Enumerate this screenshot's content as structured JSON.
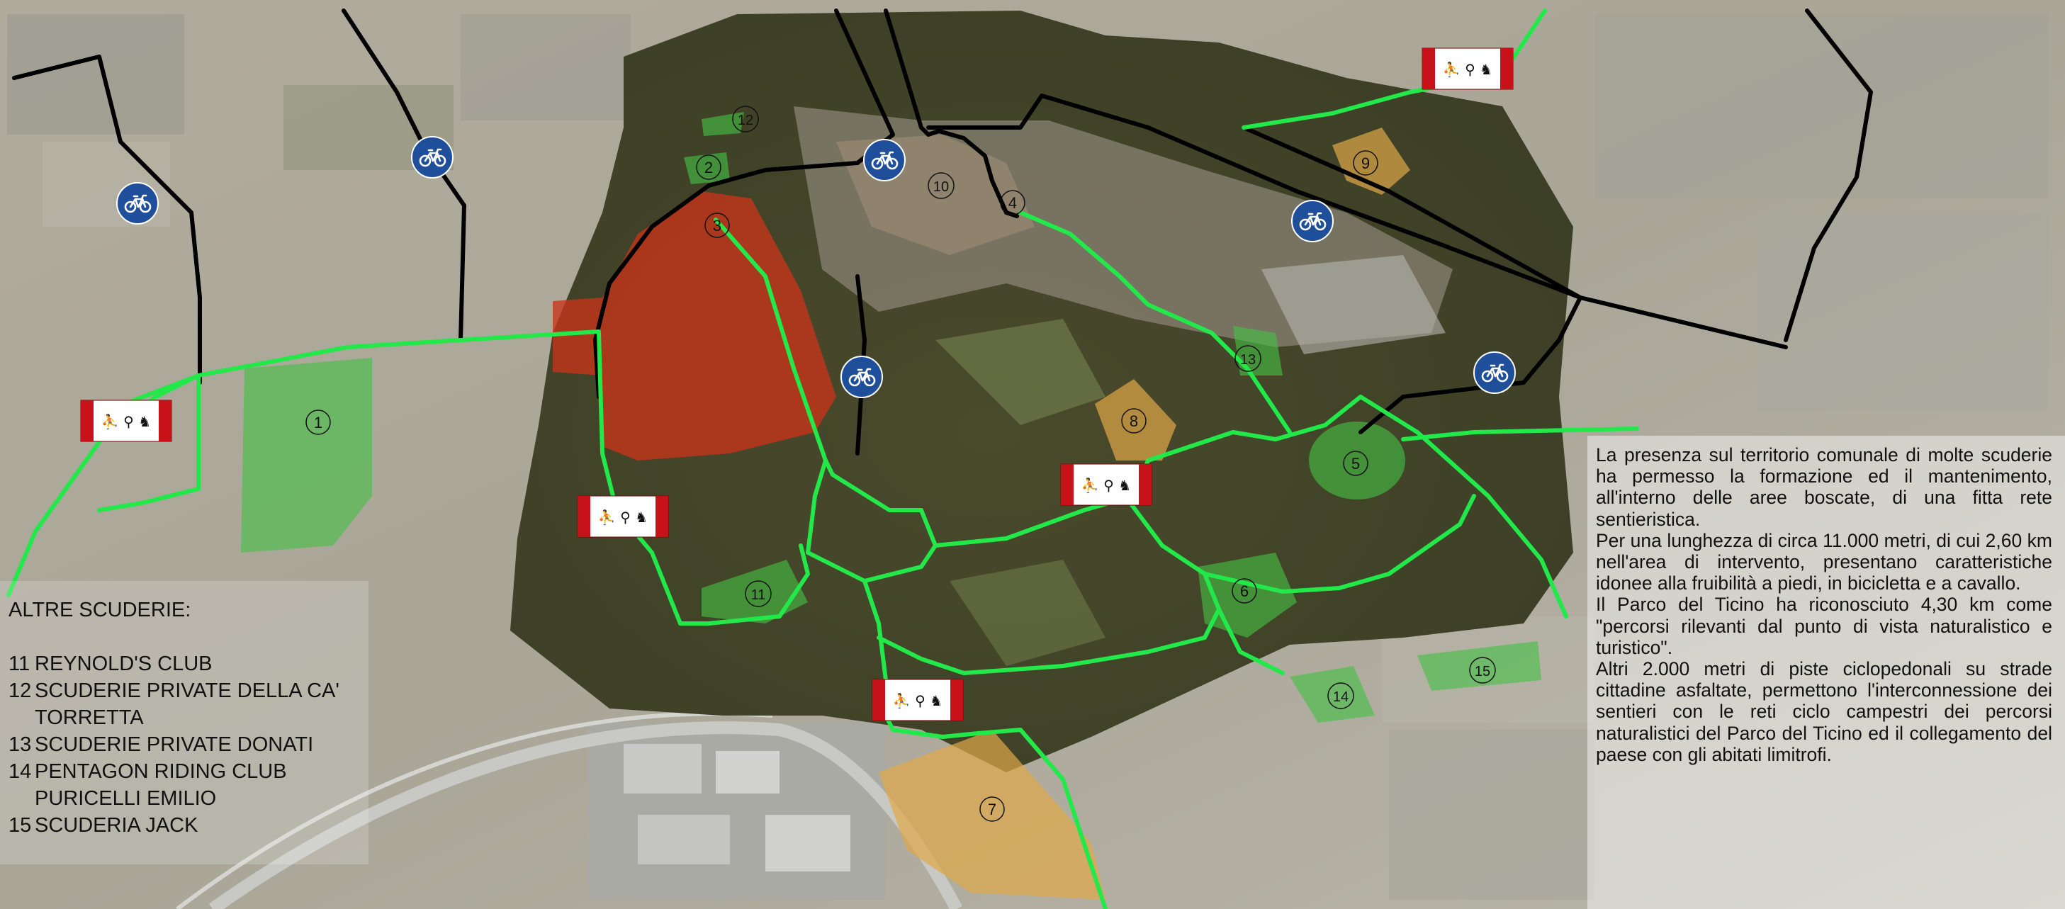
{
  "zone_labels": [
    "1",
    "2",
    "3",
    "4",
    "5",
    "6",
    "7",
    "8",
    "9",
    "10",
    "11",
    "12",
    "13",
    "14",
    "15"
  ],
  "stables_legend": {
    "heading": "ALTRE SCUDERIE:",
    "items": [
      {
        "num": "11",
        "name": "REYNOLD'S CLUB"
      },
      {
        "num": "12",
        "name": "SCUDERIE PRIVATE DELLA CA' TORRETTA"
      },
      {
        "num": "13",
        "name": "SCUDERIE PRIVATE DONATI"
      },
      {
        "num": "14",
        "name": "PENTAGON RIDING CLUB PURICELLI EMILIO"
      },
      {
        "num": "15",
        "name": "SCUDERIA JACK"
      }
    ]
  },
  "description": [
    "La presenza sul territorio comunale di molte scuderie ha permesso la formazione ed il mantenimento, all'interno delle aree boscate, di una fitta rete sentieristica.",
    "Per una lunghezza di circa 11.000 metri, di cui 2,60 km nell'area di intervento, presentano caratteristiche idonee alla fruibilità a piedi, in bicicletta e a cavallo.",
    "Il Parco del Ticino ha riconosciuto 4,30 km come \"percorsi rilevanti dal punto di vista naturalistico e turistico\".",
    "Altri 2.000 metri di piste ciclopedonali su strade cittadine asfaltate, permettono l'interconnessione dei sentieri con le reti ciclo campestri dei percorsi naturalistici del Parco del Ticino ed il collegamento del paese con gli abitati limitrofi."
  ],
  "icons": {
    "cycle_path_sign": "bicycle-icon",
    "trail_sign": "hiker-bicycle-horse-icon"
  },
  "colors": {
    "trail_green": "#22e84a",
    "cycle_route_black": "#000000",
    "intervention_area_red": "#c8341a",
    "stable_area_green": "#45c045",
    "orange_area": "#e0a848",
    "cycle_sign_blue": "#1f4e9a",
    "trail_sign_red": "#c8121a"
  }
}
